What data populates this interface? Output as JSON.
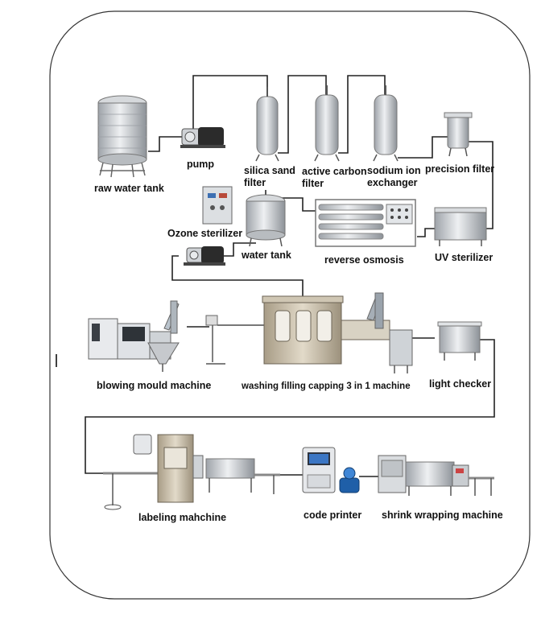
{
  "diagram": {
    "stages": {
      "raw_water_tank": "raw water tank",
      "pump": "pump",
      "silica_sand_filter": [
        "silica sand",
        "filter"
      ],
      "active_carbon_filter": [
        "active carbon",
        "filter"
      ],
      "sodium_ion_exchanger": [
        "sodium ion",
        "exchanger"
      ],
      "precision_filter": "precision filter",
      "ozone_sterilizer": "Ozone sterilizer",
      "water_tank": "water tank",
      "reverse_osmosis": "reverse osmosis",
      "uv_sterilizer": "UV sterilizer",
      "blowing_mould_machine": "blowing mould machine",
      "washing_filling_capping": "washing filling capping 3 in 1 machine",
      "light_checker": "light checker",
      "labeling_machine": "labeling mahchine",
      "code_printer": "code printer",
      "shrink_wrapping_machine": "shrink wrapping machine"
    }
  },
  "colors": {
    "pipe": "#222222",
    "frame": "#333333",
    "steel": "#c9ccd0",
    "steel_dark": "#8a8e94",
    "motor": "#2b2b2b",
    "accent_blue": "#1f5fa8"
  }
}
